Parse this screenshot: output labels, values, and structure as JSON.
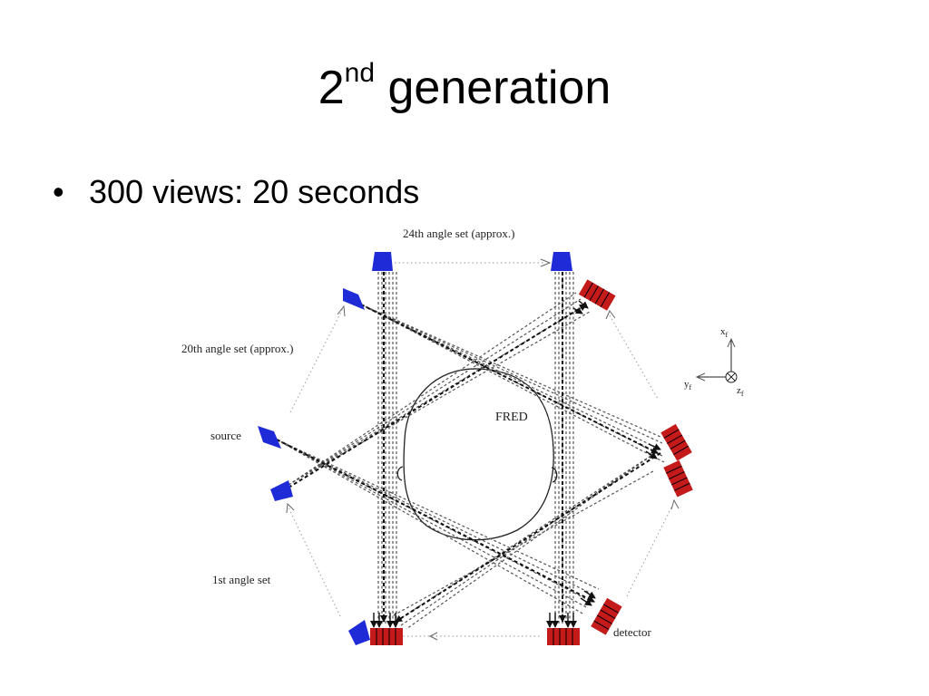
{
  "slide": {
    "title_main": "2",
    "title_sup": "nd",
    "title_rest": " generation",
    "bullets": [
      {
        "text": "300 views: 20 seconds"
      }
    ]
  },
  "diagram": {
    "labels": {
      "top": "24th angle set (approx.)",
      "left_upper": "20th angle set (approx.)",
      "source": "source",
      "first": "1st angle set",
      "detector": "detector",
      "center": "FRED"
    },
    "axes": {
      "x_main": "x",
      "x_sub": "f",
      "y_main": "y",
      "y_sub": "f",
      "z_main": "z",
      "z_sub": "f"
    },
    "colors": {
      "source": "#1f2bd6",
      "detector": "#c41a1a",
      "beam": "#333333",
      "outline": "#9a9a9a"
    }
  }
}
